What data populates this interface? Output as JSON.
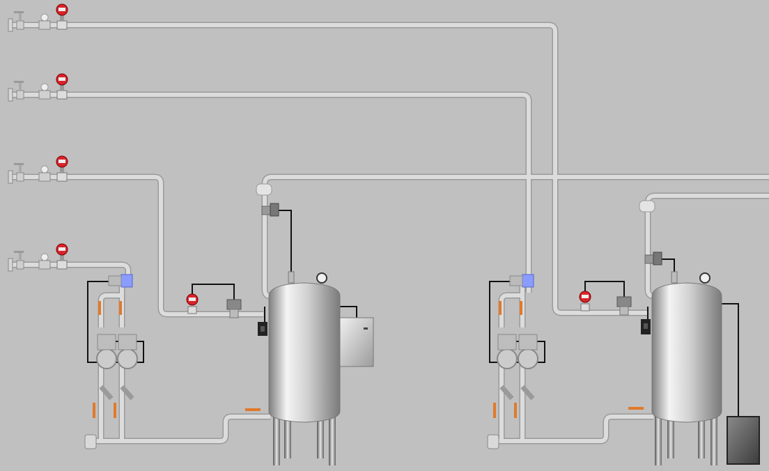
{
  "colors": {
    "background": "#c0c0c0",
    "pipe": "#d6d6d6",
    "pipe_edge": "#9a9a9a",
    "signal_wire": "#111111",
    "flowmeter_red": "#d8232a",
    "manual_valve_handle": "#e07a2a",
    "sight_glass_blue": "#8a9cff",
    "tank_light": "#f2f2f2",
    "tank_dark": "#8c8c8c"
  },
  "icons": {
    "flowmeter": "flowmeter-icon",
    "control_valve": "control-valve-icon",
    "manual_valve": "manual-valve-icon",
    "pump": "centrifugal-pump-icon",
    "strainer": "y-strainer-icon",
    "pressure_gauge": "pressure-gauge-icon",
    "level_transmitter": "level-transmitter-icon",
    "control_panel": "control-panel-icon",
    "tank": "storage-tank-icon",
    "flow_switch": "flow-switch-icon"
  },
  "systems": [
    {
      "id": "system-left",
      "pumps": 2,
      "has_control_panel": true
    },
    {
      "id": "system-right",
      "pumps": 2,
      "has_control_panel": true
    }
  ],
  "inlet_lines": [
    {
      "id": "inlet-line-1",
      "destination": "system-right"
    },
    {
      "id": "inlet-line-2",
      "destination": "system-right"
    },
    {
      "id": "inlet-line-3",
      "destination": "system-left"
    },
    {
      "id": "inlet-line-4",
      "destination": "system-left"
    }
  ],
  "outlet_lines": [
    {
      "id": "outlet-line-left",
      "source": "system-left"
    },
    {
      "id": "outlet-line-right",
      "source": "system-right"
    }
  ]
}
